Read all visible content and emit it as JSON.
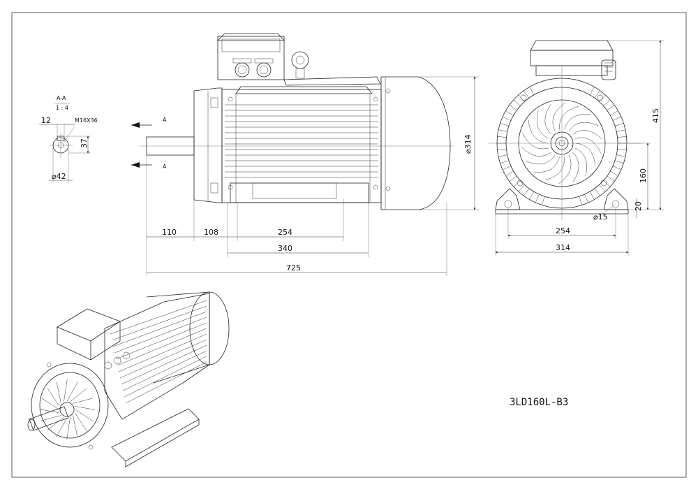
{
  "section": {
    "title": "A-A",
    "scale": "1 : 4",
    "key_width": "12",
    "thread": "M16X36",
    "key_height": "37",
    "shaft_dia": "42"
  },
  "side_view": {
    "section_mark_top": "A",
    "section_mark_bottom": "A",
    "height_label": "314",
    "dims": [
      "110",
      "108",
      "254",
      "340",
      "725"
    ]
  },
  "end_view": {
    "total_height": "415",
    "shaft_height": "160",
    "foot_thickness": "20",
    "hole_dia": "15",
    "foot_spacing": "254",
    "foot_width": "314"
  },
  "model_code": "3LD160L-B3",
  "symbols": {
    "diameter": "⌀"
  }
}
